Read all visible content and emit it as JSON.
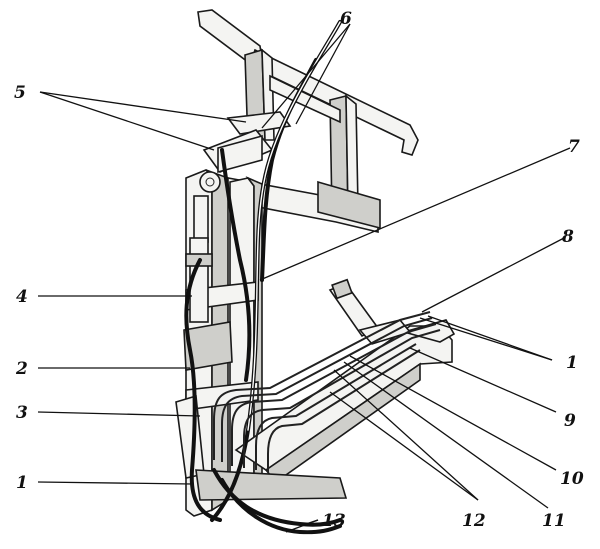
{
  "callouts": [
    {
      "id": "c1_left",
      "text": "1"
    },
    {
      "id": "c1_right",
      "text": "1"
    },
    {
      "id": "c2",
      "text": "2"
    },
    {
      "id": "c3",
      "text": "3"
    },
    {
      "id": "c4",
      "text": "4"
    },
    {
      "id": "c5",
      "text": "5"
    },
    {
      "id": "c6",
      "text": "6"
    },
    {
      "id": "c7",
      "text": "7"
    },
    {
      "id": "c8",
      "text": "8"
    },
    {
      "id": "c9",
      "text": "9"
    },
    {
      "id": "c10",
      "text": "10"
    },
    {
      "id": "c11",
      "text": "11"
    },
    {
      "id": "c12",
      "text": "12"
    },
    {
      "id": "c13",
      "text": "13"
    }
  ]
}
